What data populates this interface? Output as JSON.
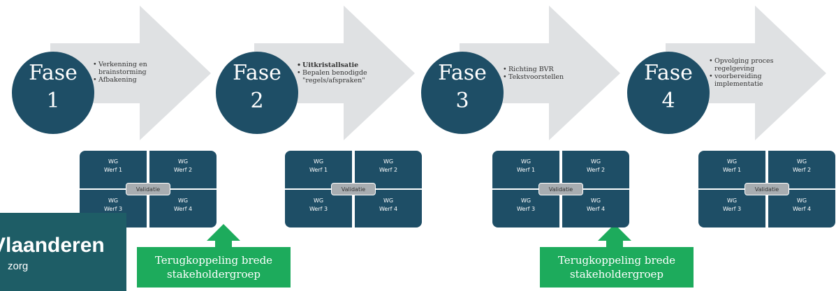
{
  "phases": [
    {
      "word": "Fase",
      "number": "1",
      "bullets": [
        {
          "text": "Verkenning en brainstorming",
          "bold": false
        },
        {
          "text": "Afbakening",
          "bold": false
        }
      ]
    },
    {
      "word": "Fase",
      "number": "2",
      "bullets": [
        {
          "text": "Uitkristallsatie",
          "bold": true
        },
        {
          "text": "Bepalen benodigde \"regels/afspraken\"",
          "bold": false
        }
      ]
    },
    {
      "word": "Fase",
      "number": "3",
      "bullets": [
        {
          "text": "Richting BVR",
          "bold": false
        },
        {
          "text": "Tekstvoorstellen",
          "bold": false
        }
      ]
    },
    {
      "word": "Fase",
      "number": "4",
      "bullets": [
        {
          "text": "Opvolging proces regelgeving",
          "bold": false
        },
        {
          "text": "voorbereiding implementatie",
          "bold": false
        }
      ]
    }
  ],
  "werkgroepen": [
    {
      "line1": "WG",
      "line2": "Werf 1"
    },
    {
      "line1": "WG",
      "line2": "Werf 2"
    },
    {
      "line1": "WG",
      "line2": "Werf 3"
    },
    {
      "line1": "WG",
      "line2": "Werf 4"
    }
  ],
  "validation_label": "Validatie",
  "feedback": {
    "line1": "Terugkoppeling brede",
    "line2": "stakeholdergroep"
  },
  "logo": {
    "name": "Vlaanderen",
    "sub": "zorg"
  },
  "colors": {
    "circle": "#1e4e66",
    "arrow": "#dfe1e3",
    "feedback": "#1dab5c",
    "validation": "#a8adb1",
    "logo": "#1e5d66"
  }
}
